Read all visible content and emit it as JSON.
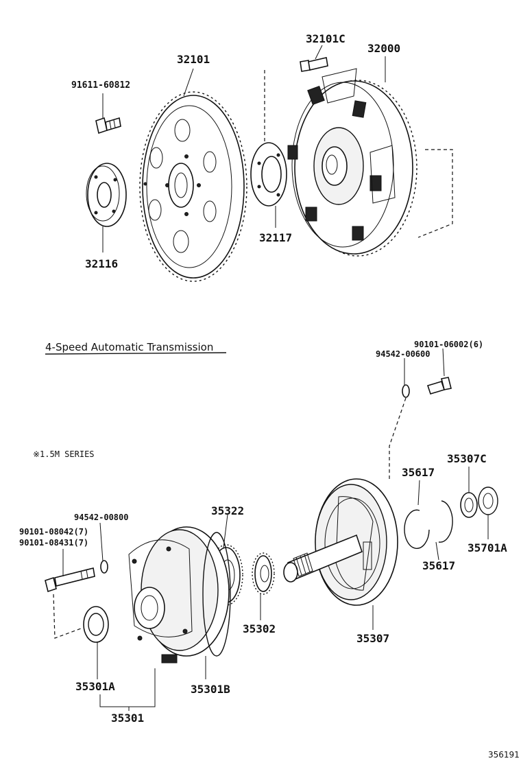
{
  "section_title": "4-Speed Automatic Transmission",
  "series_note": "※1.5M SERIES",
  "ref_number": "356191",
  "parts": {
    "p91611": "91611-60812",
    "p32101": "32101",
    "p32101C": "32101C",
    "p32000": "32000",
    "p32116": "32116",
    "p32117": "32117",
    "p90101_06002": "90101-06002(6)",
    "p94542_00600": "94542-00600",
    "p35617a": "35617",
    "p35307C": "35307C",
    "p35617b": "35617",
    "p35701A": "35701A",
    "p35322": "35322",
    "p94542_00800": "94542-00800",
    "p90101_08042": "90101-08042(7)",
    "p90101_08431": "90101-08431(7)",
    "p35302": "35302",
    "p35307": "35307",
    "p35301A": "35301A",
    "p35301B": "35301B",
    "p35301": "35301"
  }
}
